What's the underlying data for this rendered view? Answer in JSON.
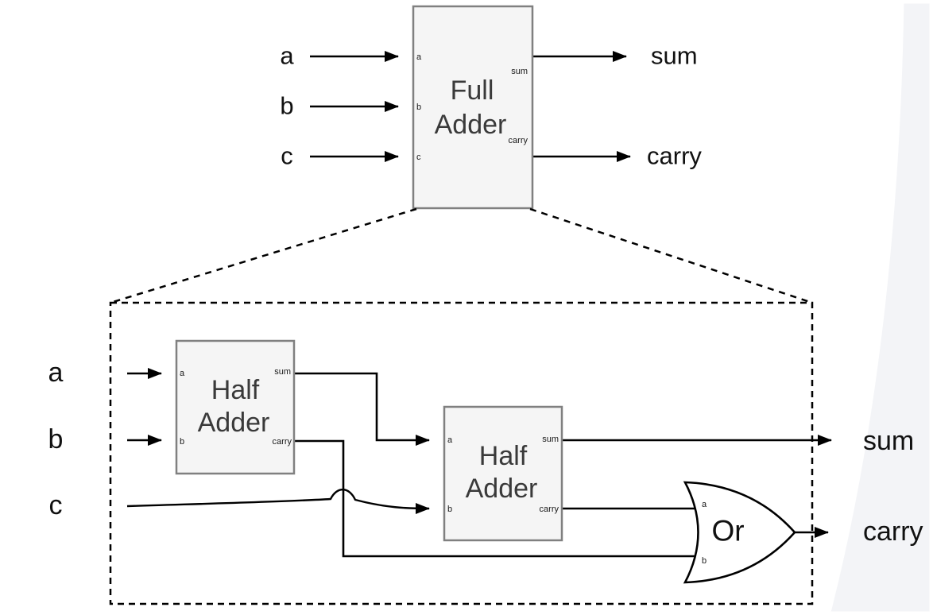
{
  "colors": {
    "block_fill": "#f5f5f5",
    "block_border": "#808080",
    "wire": "#000000",
    "block_text": "#3a3a3a",
    "corner_accent": "#f3f4f7"
  },
  "top_diagram": {
    "inputs": {
      "a": "a",
      "b": "b",
      "c": "c"
    },
    "outputs": {
      "sum": "sum",
      "carry": "carry"
    },
    "full_adder": {
      "line1": "Full",
      "line2": "Adder",
      "ports": {
        "a": "a",
        "b": "b",
        "c": "c",
        "sum": "sum",
        "carry": "carry"
      }
    }
  },
  "detail_diagram": {
    "inputs": {
      "a": "a",
      "b": "b",
      "c": "c"
    },
    "outputs": {
      "sum": "sum",
      "carry": "carry"
    },
    "half_adder_1": {
      "line1": "Half",
      "line2": "Adder",
      "ports": {
        "a": "a",
        "b": "b",
        "sum": "sum",
        "carry": "carry"
      }
    },
    "half_adder_2": {
      "line1": "Half",
      "line2": "Adder",
      "ports": {
        "a": "a",
        "b": "b",
        "sum": "sum",
        "carry": "carry"
      }
    },
    "or_gate": {
      "label": "Or",
      "ports": {
        "a": "a",
        "b": "b"
      }
    }
  }
}
